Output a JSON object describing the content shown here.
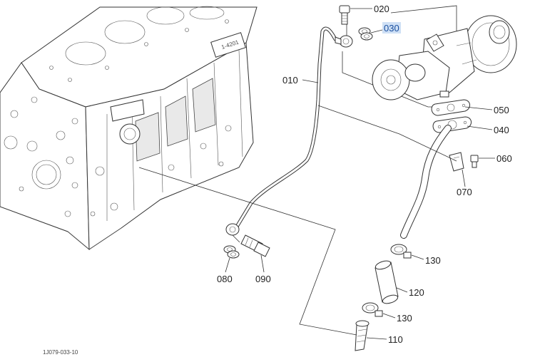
{
  "callouts": {
    "p010": "010",
    "p020": "020",
    "p030": "030",
    "p040": "040",
    "p050": "050",
    "p060": "060",
    "p070": "070",
    "p080": "080",
    "p090": "090",
    "p110": "110",
    "p120": "120",
    "p130a": "130",
    "p130b": "130"
  },
  "highlighted_callout": "030",
  "highlight_color": "#cfe0f5",
  "figure_code": "1J079-033-10"
}
